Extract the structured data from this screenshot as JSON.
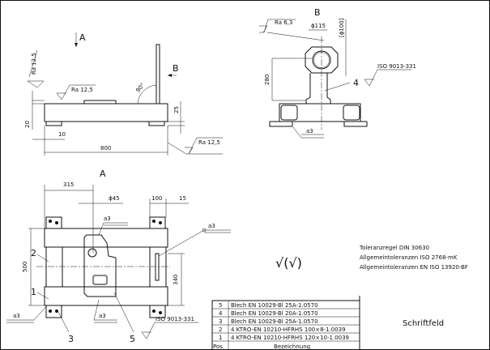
{
  "views": {
    "a_arrow": "A",
    "b_arrow": "B",
    "view_a": "A",
    "view_b": "B"
  },
  "front_view": {
    "ra_left": "Ra 12,5",
    "ra_top": "Ra 12,5",
    "ra_right": "Ra 12,5",
    "angle": "90°",
    "dim_20": "20",
    "dim_10": "10",
    "dim_800": "800",
    "dim_25": "25"
  },
  "side_view": {
    "ra": "Ra 6,3",
    "dia_115": "ϕ115",
    "dia_100": "[ϕ100]",
    "dim_280": "280",
    "weld_iso": "ISO 9013-331",
    "pos4": "4",
    "weld_a3": "a3"
  },
  "top_view": {
    "dim_315": "315",
    "dia_45": "ϕ45",
    "dim_100": "100",
    "dim_15": "15",
    "dim_500": "500",
    "dim_340": "340",
    "weld_a3_1": "a3",
    "weld_a3_2": "a3",
    "weld_a3_3": "a3",
    "weld_a3_4": "a3",
    "pos1": "1",
    "pos2": "2",
    "pos3": "3",
    "pos5": "5",
    "weld_iso": "ISO 9013-331"
  },
  "notes": {
    "line1": "Toleranzregel DIN 30630",
    "line2": "Allgemeintoleranzen ISO 2768-mK",
    "line3": "Allgemeintoleranzen EN ISO 13920-BF",
    "surface_symbol": "√(√)"
  },
  "parts_list": {
    "header_pos": "Pos.",
    "header_name": "Bezeichnung",
    "rows": [
      {
        "pos": "5",
        "name": "Blech EN 10029-Bl 25A-1.0570"
      },
      {
        "pos": "4",
        "name": "Blech EN 10029-Bl 20A-1.0570"
      },
      {
        "pos": "3",
        "name": "Blech EN 10029-Bl 25A-1.0570"
      },
      {
        "pos": "2",
        "name": "4 KTRO-EN 10210-HFRHS 100×8-1.0039"
      },
      {
        "pos": "1",
        "name": "4 KTRO-EN 10210-HFRHS 120×10-1.0039"
      }
    ]
  },
  "title_block": {
    "label": "Schriftfeld"
  }
}
